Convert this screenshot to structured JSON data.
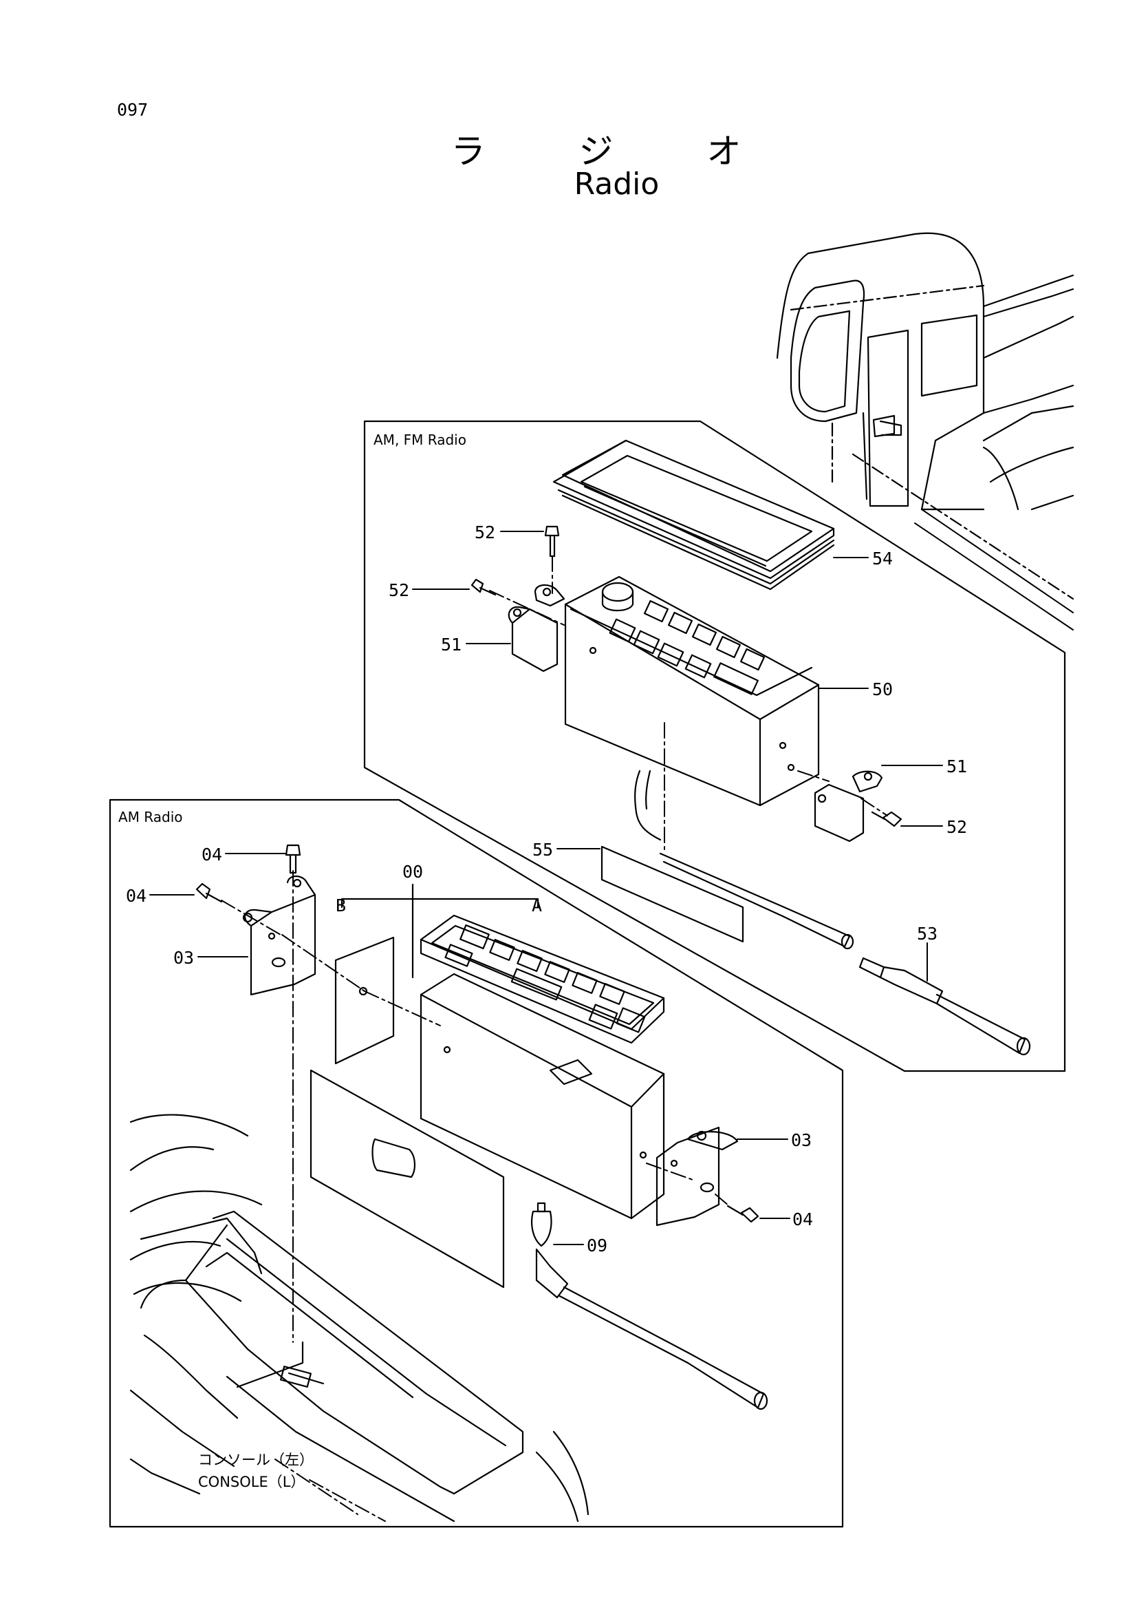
{
  "page_number": "097",
  "title_jp": "ラ ジ オ",
  "title_en": "Radio",
  "box_upper_title": "AM, FM Radio",
  "box_lower_title": "AM Radio",
  "console_label_jp": "コンソール（左）",
  "console_label_en": "CONSOLE（L）",
  "callouts": {
    "c52a": "52",
    "c52b": "52",
    "c51a": "51",
    "c54": "54",
    "c50": "50",
    "c51b": "51",
    "c52c": "52",
    "c55": "55",
    "c53": "53",
    "c04a": "04",
    "c04b": "04",
    "c03a": "03",
    "c00": "00",
    "cB": "B",
    "cA": "A",
    "c03b": "03",
    "c04c": "04",
    "c09": "09"
  }
}
